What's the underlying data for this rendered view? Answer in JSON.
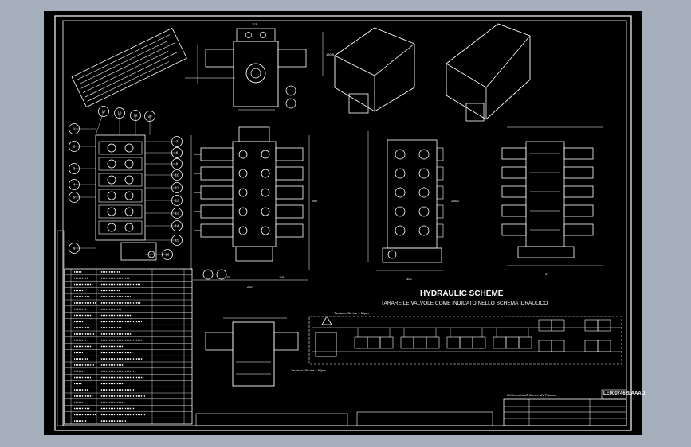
{
  "colors": {
    "background": "#a5aebb",
    "sheet": "#000000",
    "lines": "#ffffff"
  },
  "drawing": {
    "title": "HYDRAULIC SCHEME",
    "subtitle": "TARARE LE VALVOLE COME INDICATO NELLO SCHEMA IDRAULICO",
    "drawing_number": "LE0007462LAAAO",
    "relief_label_top": "Taratura 250 bar = 5 lpm",
    "relief_label_bottom": "Taratura 150 bar = 5 lpm",
    "brand_note": "2M Industries® Brevet MV Pistons"
  },
  "dimensions": {
    "top_width": "113",
    "mid_width": "262",
    "mid_height": "260",
    "right_width": "302",
    "side_height": "258.2",
    "top_height": "190.5",
    "foot_a": "75",
    "foot_b": "118",
    "foot_c": "87"
  },
  "balloons": [
    "1",
    "2",
    "3",
    "4",
    "5",
    "6",
    "7",
    "8",
    "9",
    "10",
    "11",
    "12",
    "13",
    "14",
    "15",
    "16",
    "17",
    "18",
    "19",
    "20"
  ]
}
